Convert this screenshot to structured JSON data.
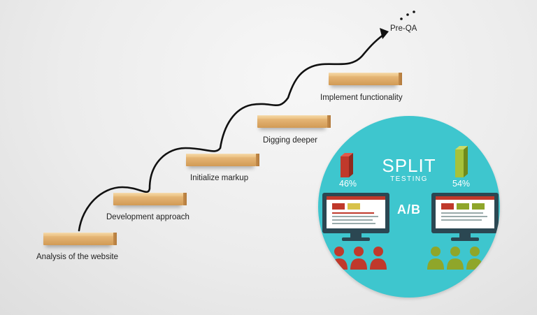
{
  "steps": [
    {
      "label": "Analysis of the website"
    },
    {
      "label": "Development approach"
    },
    {
      "label": "Initialize markup"
    },
    {
      "label": "Digging deeper"
    },
    {
      "label": "Implement functionality"
    }
  ],
  "goal_label": "Pre-QA",
  "split_testing": {
    "title": "SPLIT",
    "subtitle": "TESTING",
    "left_percent": "46%",
    "right_percent": "54%",
    "ab_label": "A/B"
  },
  "colors": {
    "circle": "#3ec6ce",
    "variant_a": "#c0392b",
    "variant_b": "#8fa62a",
    "arrow": "#111111"
  }
}
